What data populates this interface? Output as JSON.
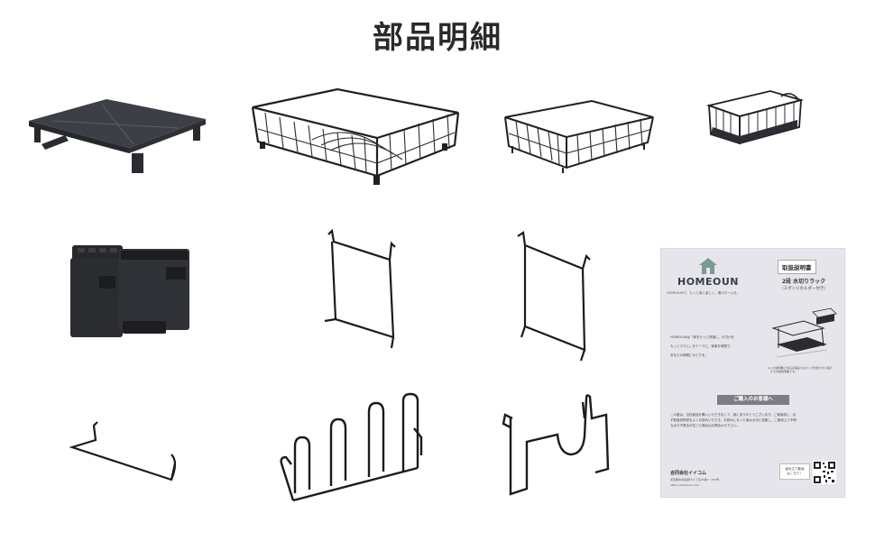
{
  "title": "部品明細",
  "manual": {
    "brand": "HOMEOUN",
    "tagline": "HOMEOUNで、もっと家に楽しく、素のホームを。",
    "heading": "取扱説明書",
    "product": "2段 水切りラック",
    "product_sub": "（スポンジホルダー付き）",
    "intro": [
      "HOMEOUNは「家をもっと快適に、片付けを",
      "もっとラクに」をテーマに、家事を時間で、",
      "あなたの時間にゆとりを。"
    ],
    "note": [
      "※この説明書に対応は製品ではタイプ別合わせに掲示",
      "　する内容説明書です。"
    ],
    "greeting": "ご購入のお客様へ",
    "greeting_body": [
      "この度は、当社製品を購入いただきまして、誠にありがとうございます。ご使用前に、必",
      "ず取扱説明書をよくお読みいただき、お読みになった後は大切に保管し、ご使用上で不明",
      "な点や不具合が生じた場合はお問合わせ下さい。"
    ],
    "company": "合同会社イイコム",
    "address": "東京都中央区銀行11丁目24番7・203号",
    "url": "https://homeoun.com",
    "video_label": [
      "組み立て動画",
      "はこちら！"
    ]
  }
}
